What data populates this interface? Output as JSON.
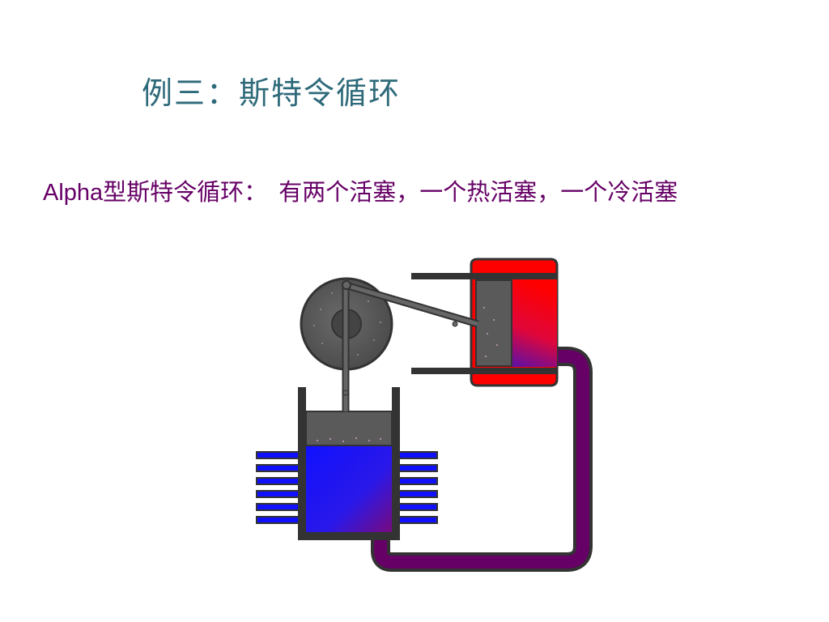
{
  "slide": {
    "title": "例三：斯特令循环",
    "subtitle_latin": "Alpha",
    "subtitle_part1": "型斯特令循环：",
    "subtitle_part2": "有两个活塞，一个热活塞，一个冷活塞"
  },
  "colors": {
    "title": "#2e6a7a",
    "subtitle": "#660066",
    "hot": "#ff0000",
    "cold": "#1010ff",
    "tube": "#660066",
    "metal": "#555555",
    "outline": "#333333"
  }
}
